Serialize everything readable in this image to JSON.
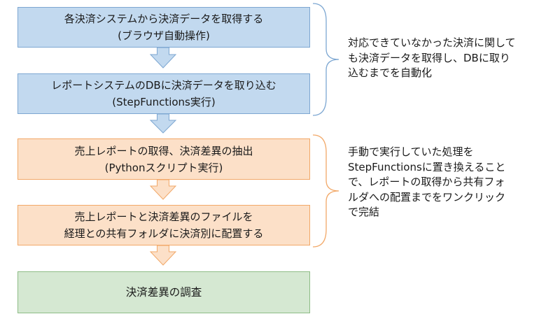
{
  "steps": [
    {
      "lines": [
        "各決済システムから決済データを取得する",
        "(ブラウザ自動操作)"
      ],
      "fill": "#c2d9ef",
      "stroke": "#7da7d2"
    },
    {
      "lines": [
        "レポートシステムのDBに決済データを取り込む",
        "(StepFunctions実行)"
      ],
      "fill": "#c2d9ef",
      "stroke": "#7da7d2"
    },
    {
      "lines": [
        "売上レポートの取得、決済差異の抽出",
        "(Pythonスクリプト実行)"
      ],
      "fill": "#fce0c8",
      "stroke": "#f2a868"
    },
    {
      "lines": [
        "売上レポートと決済差異のファイルを",
        "経理との共有フォルダに決済別に配置する"
      ],
      "fill": "#fce0c8",
      "stroke": "#f2a868"
    },
    {
      "lines": [
        "決済差異の調査"
      ],
      "fill": "#d5e8d2",
      "stroke": "#8ebc86"
    }
  ],
  "notes": [
    {
      "lines": [
        "対応できていなかった決済に関して",
        "も決済データを取得し、DBに取り",
        "込むまでを自動化"
      ],
      "brace_color": "#7da7d2"
    },
    {
      "lines": [
        "手動で実行していた処理を",
        "StepFunctionsに置き換えること",
        "で、レポートの取得から共有フォ",
        "ルダへの配置までをワンクリック",
        "で完結"
      ],
      "brace_color": "#f2a868"
    }
  ],
  "arrow_colors": [
    "#c2d9ef",
    "#c2d9ef",
    "#fce0c8",
    "#fce0c8"
  ],
  "arrow_strokes": [
    "#7da7d2",
    "#7da7d2",
    "#f2a868",
    "#f2a868"
  ]
}
